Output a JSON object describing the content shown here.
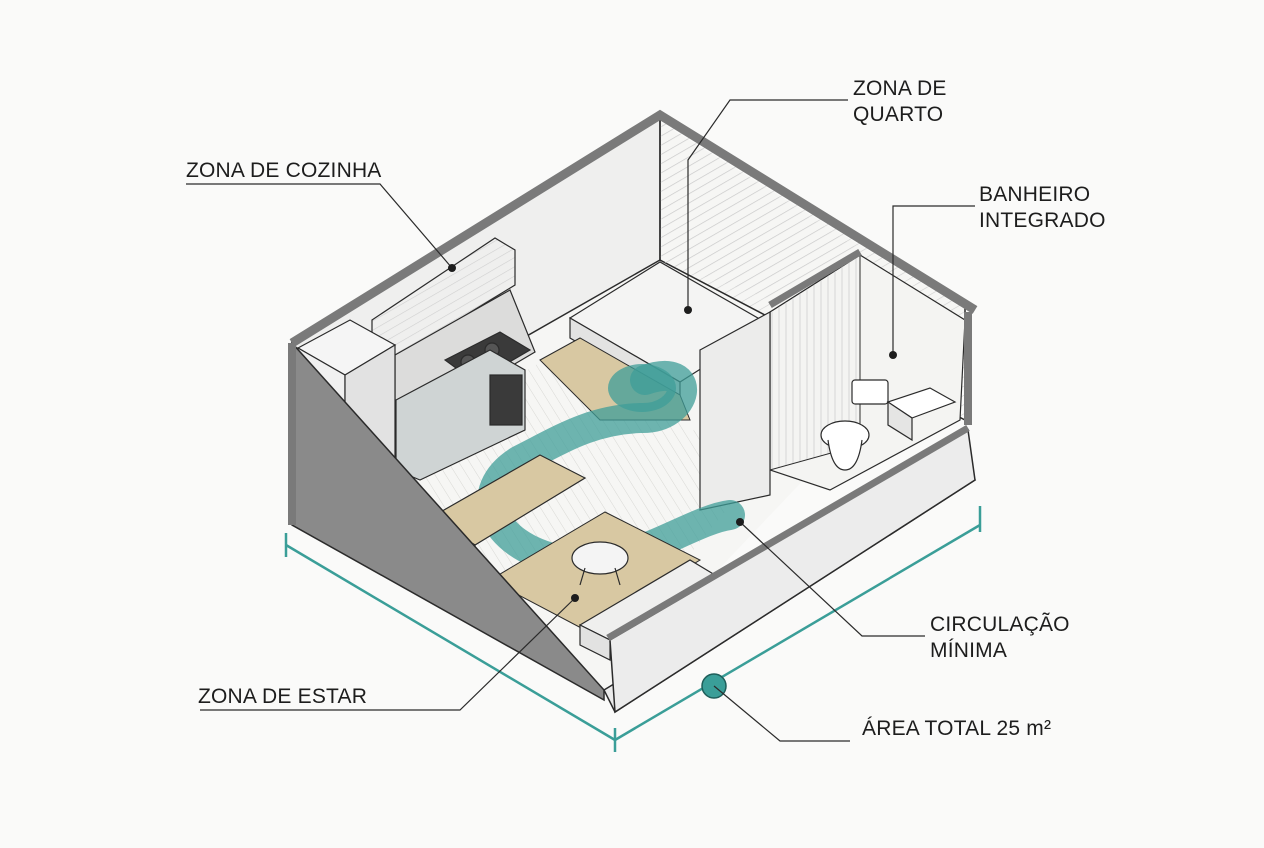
{
  "labels": {
    "kitchen": "ZONA DE COZINHA",
    "bedroom": [
      "ZONA DE",
      "QUARTO"
    ],
    "bathroom": [
      "BANHEIRO",
      "INTEGRADO"
    ],
    "circulation": [
      "CIRCULAÇÃO",
      "MÍNIMA"
    ],
    "living": "ZONA DE ESTAR",
    "total_area": "ÁREA TOTAL 25 m²"
  },
  "colors": {
    "accent": "#3a9e98",
    "circulation_fill": "#3f9e98",
    "rug": "#d8c8a2",
    "wall_top": "#7a7a7a",
    "wall_face": "#ececec",
    "floor": "#f5f5f3",
    "line": "#2b2b2b"
  },
  "icons": [
    "leader-dot-icon",
    "dimension-marker-icon"
  ]
}
